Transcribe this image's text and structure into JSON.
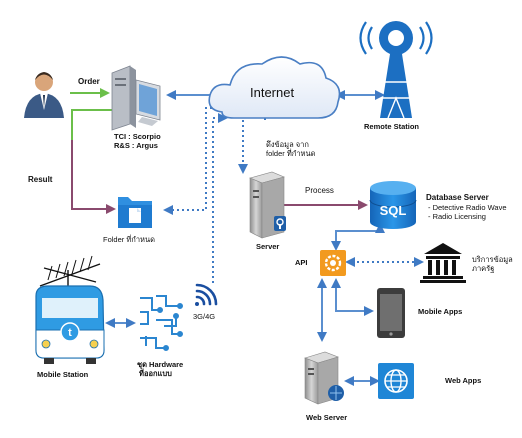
{
  "nodes": {
    "user": {
      "icon": "user-icon"
    },
    "tci": {
      "line1": "TCI : Scorpio",
      "line2": "R&S : Argus",
      "icon": "workstation-icon"
    },
    "internet": {
      "label": "Internet",
      "icon": "cloud-icon"
    },
    "remote_station": {
      "label": "Remote Station",
      "icon": "radio-tower-icon"
    },
    "folder": {
      "label": "Folder ที่กำหนด",
      "icon": "folder-icon"
    },
    "server": {
      "label": "Server",
      "icon": "server-icon"
    },
    "database": {
      "title": "Database Server",
      "item1": "- Detective Radio Wave",
      "item2": "- Radio Licensing",
      "icon": "sql-database-icon"
    },
    "api": {
      "label": "API",
      "icon": "api-gear-icon"
    },
    "gov_service": {
      "line1": "บริการข้อมูล",
      "line2": "ภาครัฐ",
      "icon": "government-building-icon"
    },
    "mobile_apps": {
      "label": "Mobile Apps",
      "icon": "smartphone-icon"
    },
    "web_server": {
      "label": "Web Server",
      "icon": "web-server-icon"
    },
    "web_apps": {
      "label": "Web Apps",
      "icon": "globe-icon"
    },
    "mobile_station": {
      "label": "Mobile Station",
      "icon": "van-antenna-icon"
    },
    "hardware": {
      "line1": "ชุด Hardware",
      "line2": "ที่ออกแบบ",
      "icon": "circuit-board-icon"
    },
    "network": {
      "label": "3G/4G",
      "icon": "wireless-signal-icon"
    }
  },
  "edges": {
    "order": "Order",
    "result": "Result",
    "process": "Process",
    "fetch_line1": "ดึงข้อมูล จาก",
    "fetch_line2": "folder ที่กำหนด"
  },
  "colors": {
    "blue_line": "#5b8fcf",
    "blue_dotted": "#3f7ac4",
    "green_arrow": "#6bbf4a",
    "purple_arrow": "#8a4a6e",
    "cloud_fill": "#eef3fb",
    "sql_blue": "#1f86d6",
    "api_orange": "#f29a1f"
  }
}
